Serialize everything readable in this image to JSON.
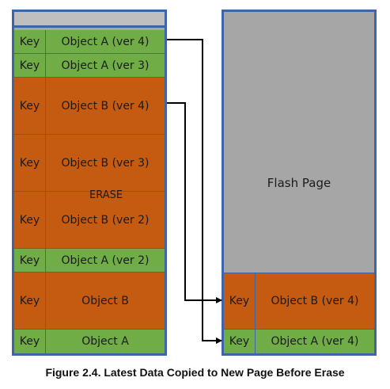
{
  "old_page": {
    "rows": [
      {
        "key": "Key",
        "object": "Object A (ver 4)",
        "color": "green"
      },
      {
        "key": "Key",
        "object": "Object A (ver 3)",
        "color": "green"
      },
      {
        "key": "Key",
        "object": "Object B (ver 4)",
        "color": "orange"
      },
      {
        "key": "Key",
        "object": "Object B (ver 3)",
        "color": "orange"
      },
      {
        "key": "Key",
        "object": "Object B (ver 2)",
        "color": "orange"
      },
      {
        "key": "Key",
        "object": "Object A (ver 2)",
        "color": "green"
      },
      {
        "key": "Key",
        "object": "Object B",
        "color": "orange"
      },
      {
        "key": "Key",
        "object": "Object A",
        "color": "green"
      }
    ],
    "erase_label": "ERASE"
  },
  "new_page": {
    "label": "Flash Page",
    "rows": [
      {
        "key": "Key",
        "object": "Object B (ver 4)",
        "color": "orange"
      },
      {
        "key": "Key",
        "object": "Object A (ver 4)",
        "color": "green"
      }
    ]
  },
  "caption": "Figure 2.4.  Latest Data Copied to New Page Before Erase",
  "colors": {
    "green": "#70ad47",
    "orange": "#c55a11",
    "border": "#3f64a8",
    "flash_page": "#a6a6a6"
  }
}
